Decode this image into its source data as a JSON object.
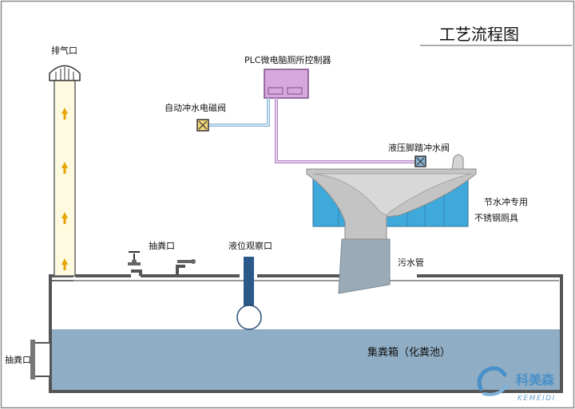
{
  "diagram": {
    "title": "工艺流程图",
    "labels": {
      "exhaust": "排气口",
      "controller": "PLC微电脑厕所控制器",
      "solenoid": "自动冲水电磁阀",
      "pedal_valve": "液压脚踏冲水阀",
      "toilet_line1": "节水冲专用",
      "toilet_line2": "不锈钢厕具",
      "pump_top": "抽粪口",
      "level_port": "液位观察口",
      "sewage_pipe": "污水管",
      "pump_side": "抽粪口",
      "tank": "集粪箱（化粪池）"
    },
    "logo": {
      "cn": "科美森",
      "en": "KEMEIDI"
    },
    "colors": {
      "water": "#8fadc4",
      "pipe_fill": "#fdfae0",
      "controller": "#d7a8dc",
      "pipe_purple": "#b98bc9",
      "pipe_blue": "#8db8d8",
      "bowl_blue": "#3fa9dc",
      "float_stem": "#2b5a8a",
      "sewage_pipe": "#9aaab6",
      "frame": "#555555",
      "logo_blue": "#4a90c8"
    },
    "icons": [
      "exhaust-cap-icon",
      "solenoid-valve-icon",
      "pedal-valve-icon",
      "tap-valve-icon",
      "float-ball-icon",
      "up-arrow-icon"
    ]
  }
}
